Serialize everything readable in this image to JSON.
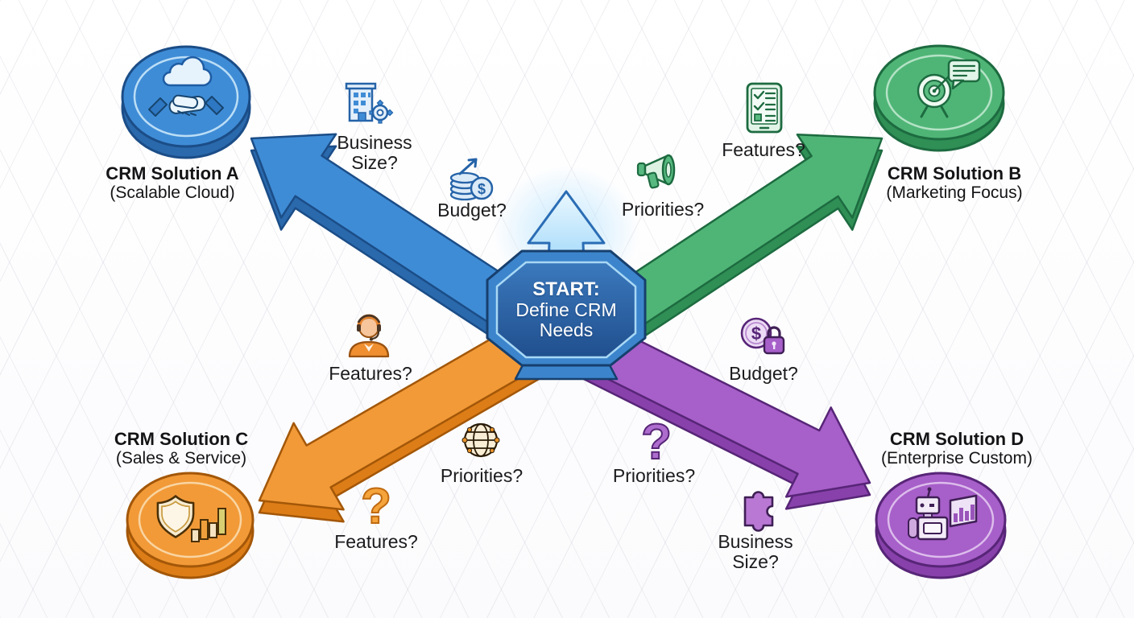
{
  "center_node": {
    "line1": "START:",
    "line2": "Define CRM",
    "line3": "Needs"
  },
  "solutions": {
    "a": {
      "title": "CRM Solution A",
      "subtitle": "(Scalable Cloud)",
      "icon": "cloud-handshake-icon",
      "color": "#3f8cd6"
    },
    "b": {
      "title": "CRM Solution B",
      "subtitle": "(Marketing Focus)",
      "icon": "target-chat-icon",
      "color": "#4fb576"
    },
    "c": {
      "title": "CRM Solution C",
      "subtitle": "(Sales & Service)",
      "icon": "shield-barchart-icon",
      "color": "#f29a38"
    },
    "d": {
      "title": "CRM Solution D",
      "subtitle": "(Enterprise Custom)",
      "icon": "robot-chart-icon",
      "color": "#a75fc9"
    }
  },
  "questions": {
    "blue_business_size": "Business Size?",
    "blue_budget": "Budget?",
    "green_features": "Features?",
    "green_priorities": "Priorities?",
    "orange_features": "Features?",
    "orange_priorities": "Priorities?",
    "orange_features_2": "Features?",
    "purple_budget": "Budget?",
    "purple_priorities": "Priorities?",
    "purple_business_size": "Business Size?"
  },
  "icons": {
    "question_mark_glyph": "?",
    "dollar_glyph": "$",
    "blue_business_size": "building-gear-icon",
    "blue_budget": "coins-growth-icon",
    "green_features": "tablet-checklist-icon",
    "green_priorities": "megaphone-icon",
    "orange_features": "headset-agent-icon",
    "orange_priorities": "globe-icon",
    "orange_features_2": "question-mark-icon",
    "purple_budget": "dollar-lock-icon",
    "purple_priorities": "question-mark-icon",
    "purple_business_size": "puzzle-icon"
  },
  "colors": {
    "blue_main": "#3f8cd6",
    "blue_side": "#2a69ac",
    "blue_outline": "#1b4d87",
    "blue_ring": "#c9e7fa",
    "green_main": "#4fb576",
    "green_side": "#2f8f55",
    "green_outline": "#1d6b40",
    "green_ring": "#bfe8cf",
    "orange_main": "#f29a38",
    "orange_side": "#dd7d17",
    "orange_outline": "#a35708",
    "orange_ring": "#f9dcae",
    "purple_main": "#a75fc9",
    "purple_side": "#8841aa",
    "purple_outline": "#572577",
    "purple_ring": "#e2c6ef",
    "octagon_band": "#3c85cc",
    "octagon_outline": "#173f6d",
    "octagon_ring": "#a8d8f5",
    "panel_top": "#3b79bd",
    "panel_bottom": "#204f8e",
    "uparrow_top": "#eaf8ff",
    "uparrow_bottom": "#8fd0f8",
    "uparrow_outline": "#2a6db5"
  }
}
